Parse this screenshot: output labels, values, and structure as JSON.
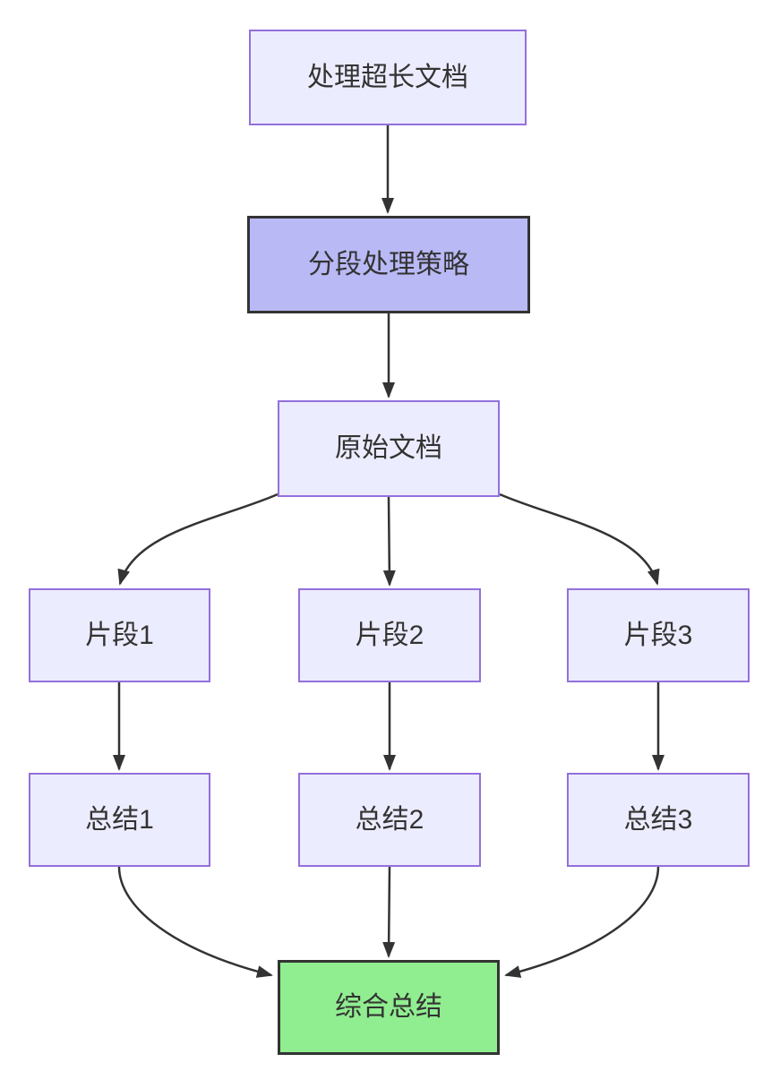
{
  "diagram": {
    "type": "flowchart",
    "direction": "top-down",
    "nodes": [
      {
        "id": "A",
        "label": "处理超长文档",
        "kind": "default"
      },
      {
        "id": "B",
        "label": "分段处理策略",
        "kind": "emphasis"
      },
      {
        "id": "C",
        "label": "原始文档",
        "kind": "default"
      },
      {
        "id": "D1",
        "label": "片段1",
        "kind": "default"
      },
      {
        "id": "D2",
        "label": "片段2",
        "kind": "default"
      },
      {
        "id": "D3",
        "label": "片段3",
        "kind": "default"
      },
      {
        "id": "S1",
        "label": "总结1",
        "kind": "default"
      },
      {
        "id": "S2",
        "label": "总结2",
        "kind": "default"
      },
      {
        "id": "S3",
        "label": "总结3",
        "kind": "default"
      },
      {
        "id": "F",
        "label": "综合总结",
        "kind": "result"
      }
    ],
    "edges": [
      {
        "from": "A",
        "to": "B"
      },
      {
        "from": "B",
        "to": "C"
      },
      {
        "from": "C",
        "to": "D1"
      },
      {
        "from": "C",
        "to": "D2"
      },
      {
        "from": "C",
        "to": "D3"
      },
      {
        "from": "D1",
        "to": "S1"
      },
      {
        "from": "D2",
        "to": "S2"
      },
      {
        "from": "D3",
        "to": "S3"
      },
      {
        "from": "S1",
        "to": "F"
      },
      {
        "from": "S2",
        "to": "F"
      },
      {
        "from": "S3",
        "to": "F"
      }
    ],
    "colors": {
      "node_fill": "#ECECFF",
      "node_border": "#9370DB",
      "emphasis_fill": "#B9B9F6",
      "emphasis_border": "#333333",
      "result_fill": "#90EE90",
      "result_border": "#333333",
      "edge": "#333333",
      "text": "#333333"
    }
  }
}
